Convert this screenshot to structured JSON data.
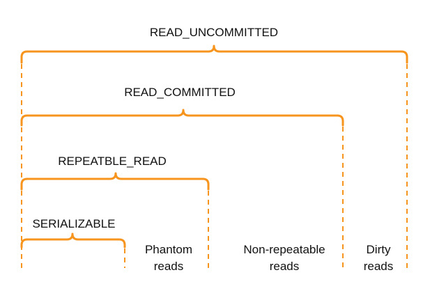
{
  "levels": [
    {
      "name": "READ_UNCOMMITTED"
    },
    {
      "name": "READ_COMMITTED"
    },
    {
      "name": "REPEATBLE_READ"
    },
    {
      "name": "SERIALIZABLE"
    }
  ],
  "phenomena": [
    {
      "line1": "Phantom",
      "line2": "reads"
    },
    {
      "line1": "Non-repeatable",
      "line2": "reads"
    },
    {
      "line1": "Dirty",
      "line2": "reads"
    }
  ],
  "colors": {
    "accent": "#f7941d",
    "text": "#111111",
    "background": "#ffffff"
  }
}
